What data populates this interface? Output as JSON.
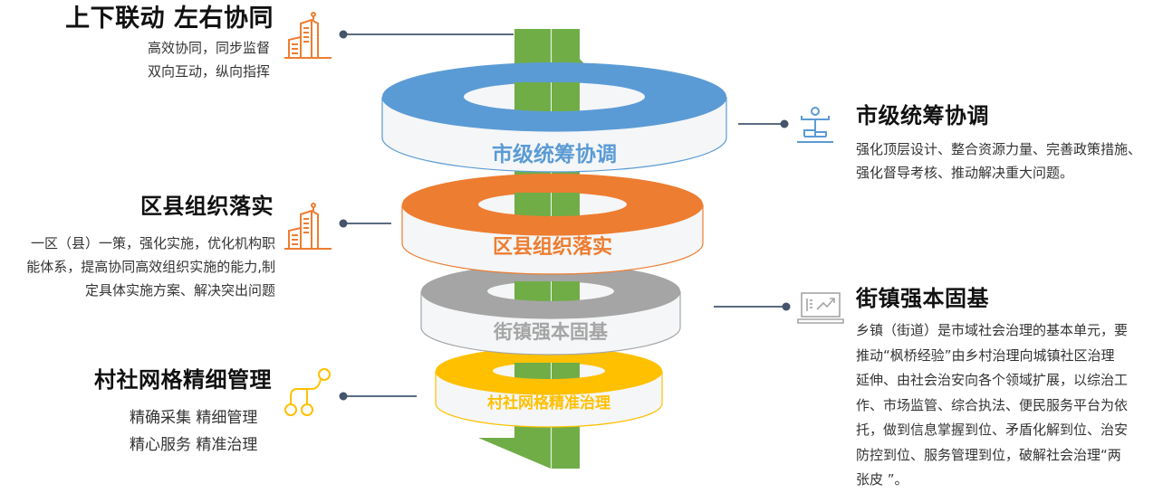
{
  "diagram": {
    "arrow_color": "#70ad47",
    "connector_color": "#5a6b80",
    "levels": [
      {
        "id": "city",
        "ring_label": "市级统筹协调",
        "color": "#5b9bd5",
        "title": "市级统筹协调",
        "icon": "balance-person-icon",
        "lines": [
          "强化顶层设计、整合资源力量、完善政策措施、",
          "强化督导考核、推动解决重大问题。"
        ]
      },
      {
        "id": "district",
        "ring_label": "区县组织落实",
        "color": "#ed7d31",
        "title": "区县组织落实",
        "icon": "building-icon",
        "lines": [
          "一区（县）一策，强化实施，优化机构职",
          "能体系，提高协同高效组织实施的能力,制",
          "定具体实施方案、解决突出问题"
        ]
      },
      {
        "id": "street",
        "ring_label": "街镇强本固基",
        "color": "#a5a5a5",
        "title": "街镇强本固基",
        "icon": "laptop-chart-icon",
        "lines": [
          "乡镇（街道）是市域社会治理的基本单元，要",
          "推动“枫桥经验”由乡村治理向城镇社区治理",
          "延伸、由社会治安向各个领域扩展，以综治工",
          "作、市场监管、综合执法、便民服务平台为依",
          "托，做到信息掌握到位、矛盾化解到位、治安",
          "防控到位、服务管理到位，破解社会治理“两",
          "张皮 ”。"
        ]
      },
      {
        "id": "village",
        "ring_label": "村社网格精准治理",
        "color": "#ffc000",
        "title": "村社网格精细管理",
        "icon": "branch-network-icon",
        "lines": [
          "精确采集 精细管理",
          "精心服务 精准治理"
        ]
      }
    ],
    "top_note": {
      "title": "上下联动  左右协同",
      "icon": "building-icon",
      "lines": [
        "高效协同，同步监督",
        "双向互动，纵向指挥"
      ]
    }
  }
}
